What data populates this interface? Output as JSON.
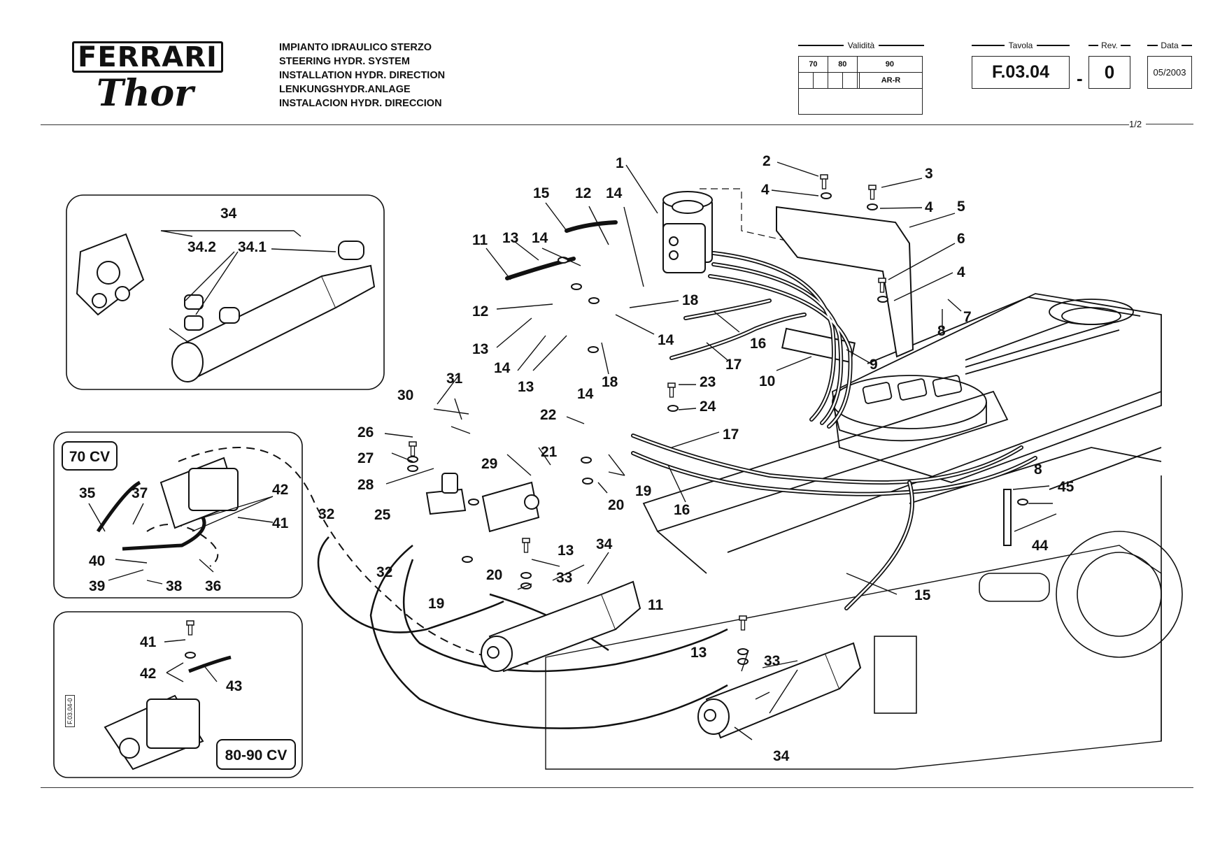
{
  "brand": {
    "name": "FERRARI",
    "model": "Thor"
  },
  "titles": [
    "IMPIANTO IDRAULICO STERZO",
    "STEERING HYDR. SYSTEM",
    "INSTALLATION HYDR. DIRECTION",
    "LENKUNGSHYDR.ANLAGE",
    "INSTALACION HYDR. DIRECCION"
  ],
  "validity": {
    "label": "Validità",
    "columns": [
      "70",
      "80",
      "90"
    ],
    "note": "AR-R"
  },
  "table": {
    "label": "Tavola",
    "value": "F.03.04"
  },
  "revision": {
    "label": "Rev.",
    "value": "0"
  },
  "date": {
    "label": "Data",
    "value": "05/2003"
  },
  "sheet": "1/2",
  "side_code": "F.03.04-0",
  "insets": {
    "hp70": "70 CV",
    "hp8090": "80-90 CV"
  },
  "callouts": [
    {
      "id": "c1",
      "text": "1"
    },
    {
      "id": "c2",
      "text": "2"
    },
    {
      "id": "c3",
      "text": "3"
    },
    {
      "id": "c4a",
      "text": "4"
    },
    {
      "id": "c4b",
      "text": "4"
    },
    {
      "id": "c4c",
      "text": "4"
    },
    {
      "id": "c5",
      "text": "5"
    },
    {
      "id": "c6",
      "text": "6"
    },
    {
      "id": "c7",
      "text": "7"
    },
    {
      "id": "c8a",
      "text": "8"
    },
    {
      "id": "c8b",
      "text": "8"
    },
    {
      "id": "c9",
      "text": "9"
    },
    {
      "id": "c10",
      "text": "10"
    },
    {
      "id": "c11a",
      "text": "11"
    },
    {
      "id": "c11b",
      "text": "11"
    },
    {
      "id": "c12a",
      "text": "12"
    },
    {
      "id": "c12b",
      "text": "12"
    },
    {
      "id": "c13a",
      "text": "13"
    },
    {
      "id": "c13b",
      "text": "13"
    },
    {
      "id": "c13c",
      "text": "13"
    },
    {
      "id": "c13d",
      "text": "13"
    },
    {
      "id": "c13e",
      "text": "13"
    },
    {
      "id": "c14a",
      "text": "14"
    },
    {
      "id": "c14b",
      "text": "14"
    },
    {
      "id": "c14c",
      "text": "14"
    },
    {
      "id": "c14d",
      "text": "14"
    },
    {
      "id": "c14e",
      "text": "14"
    },
    {
      "id": "c15a",
      "text": "15"
    },
    {
      "id": "c15b",
      "text": "15"
    },
    {
      "id": "c16a",
      "text": "16"
    },
    {
      "id": "c16b",
      "text": "16"
    },
    {
      "id": "c17a",
      "text": "17"
    },
    {
      "id": "c17b",
      "text": "17"
    },
    {
      "id": "c18a",
      "text": "18"
    },
    {
      "id": "c18b",
      "text": "18"
    },
    {
      "id": "c19a",
      "text": "19"
    },
    {
      "id": "c19b",
      "text": "19"
    },
    {
      "id": "c20a",
      "text": "20"
    },
    {
      "id": "c20b",
      "text": "20"
    },
    {
      "id": "c21",
      "text": "21"
    },
    {
      "id": "c22",
      "text": "22"
    },
    {
      "id": "c23",
      "text": "23"
    },
    {
      "id": "c24",
      "text": "24"
    },
    {
      "id": "c25",
      "text": "25"
    },
    {
      "id": "c26",
      "text": "26"
    },
    {
      "id": "c27",
      "text": "27"
    },
    {
      "id": "c28",
      "text": "28"
    },
    {
      "id": "c29",
      "text": "29"
    },
    {
      "id": "c30",
      "text": "30"
    },
    {
      "id": "c31",
      "text": "31"
    },
    {
      "id": "c32a",
      "text": "32"
    },
    {
      "id": "c32b",
      "text": "32"
    },
    {
      "id": "c33a",
      "text": "33"
    },
    {
      "id": "c33b",
      "text": "33"
    },
    {
      "id": "c34a",
      "text": "34"
    },
    {
      "id": "c34b",
      "text": "34"
    },
    {
      "id": "c34c",
      "text": "34"
    },
    {
      "id": "c341",
      "text": "34.1"
    },
    {
      "id": "c342",
      "text": "34.2"
    },
    {
      "id": "c35",
      "text": "35"
    },
    {
      "id": "c36",
      "text": "36"
    },
    {
      "id": "c37",
      "text": "37"
    },
    {
      "id": "c38",
      "text": "38"
    },
    {
      "id": "c39",
      "text": "39"
    },
    {
      "id": "c40",
      "text": "40"
    },
    {
      "id": "c41a",
      "text": "41"
    },
    {
      "id": "c41b",
      "text": "41"
    },
    {
      "id": "c42a",
      "text": "42"
    },
    {
      "id": "c42b",
      "text": "42"
    },
    {
      "id": "c43",
      "text": "43"
    },
    {
      "id": "c44",
      "text": "44"
    },
    {
      "id": "c45",
      "text": "45"
    }
  ]
}
